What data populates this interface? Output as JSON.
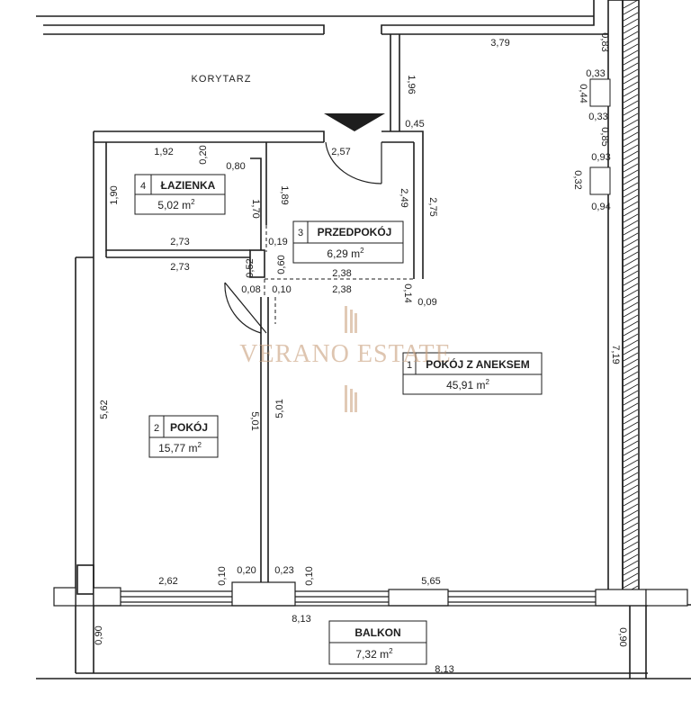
{
  "rooms": {
    "korytarz": {
      "name": "KORYTARZ"
    },
    "pokoj_aneks": {
      "number": "1",
      "name": "POKÓJ Z ANEKSEM",
      "area": "45,91 m",
      "area_sup": "2"
    },
    "pokoj": {
      "number": "2",
      "name": "POKÓJ",
      "area": "15,77 m",
      "area_sup": "2"
    },
    "przedpokoj": {
      "number": "3",
      "name": "PRZEDPOKÓJ",
      "area": "6,29 m",
      "area_sup": "2"
    },
    "lazienka": {
      "number": "4",
      "name": "ŁAZIENKA",
      "area": "5,02 m",
      "area_sup": "2"
    },
    "balkon": {
      "name": "BALKON",
      "area": "7,32 m",
      "area_sup": "2"
    }
  },
  "dimensions": {
    "d379": "3,79",
    "d083": "0,83",
    "d196": "1,96",
    "d033a": "0,33",
    "d044": "0,44",
    "d033b": "0,33",
    "d085": "0,85",
    "d093": "0,93",
    "d032": "0,32",
    "d094": "0,94",
    "d045": "0,45",
    "d257": "2,57",
    "d192": "1,92",
    "d020": "0,20",
    "d080": "0,80",
    "d190": "1,90",
    "d189": "1,89",
    "d170": "1,70",
    "d249": "2,49",
    "d275": "2,75",
    "d019": "0,19",
    "d273a": "2,73",
    "d273b": "2,73",
    "d052": "0,52",
    "d060": "0,60",
    "d238a": "2,38",
    "d238b": "2,38",
    "d008": "0,08",
    "d010a": "0,10",
    "d014": "0,14",
    "d009": "0,09",
    "d719": "7,19",
    "d562": "5,62",
    "d501a": "5,01",
    "d501b": "5,01",
    "d010b": "0,10",
    "d020b": "0,20",
    "d023": "0,23",
    "d010c": "0,10",
    "d262": "2,62",
    "d565": "5,65",
    "d813a": "8,13",
    "d090a": "0,90",
    "d090b": "0,90",
    "d813b": "8,13"
  },
  "watermark": {
    "text": "VERANO ESTATE",
    "color": "#c9a07c"
  },
  "colors": {
    "line": "#1e1e1e"
  }
}
